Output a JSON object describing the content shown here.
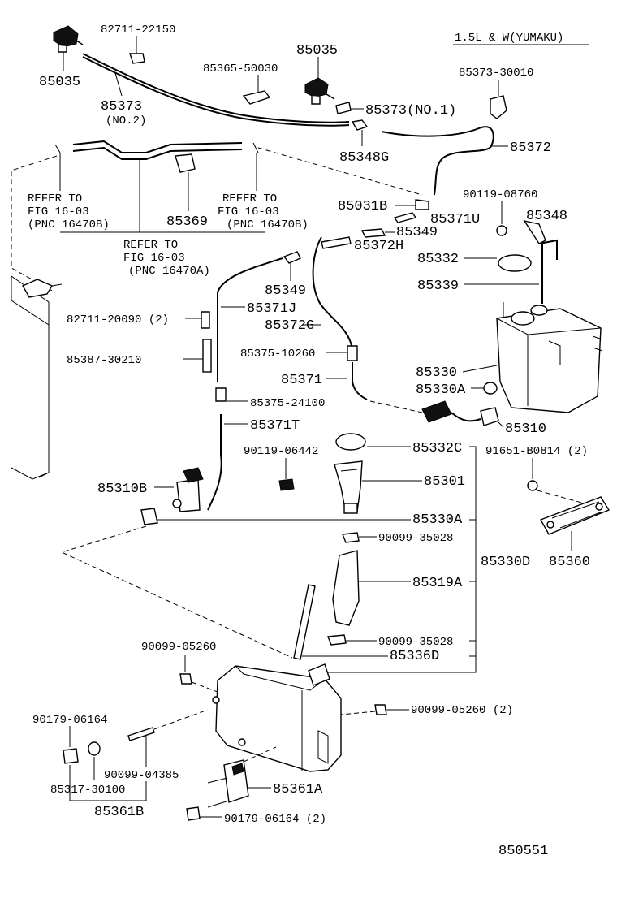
{
  "header": {
    "variant": "1.5L & W(YUMAKU)"
  },
  "footer": {
    "diagram_code": "850551"
  },
  "refs": {
    "left": {
      "l1": "REFER TO",
      "l2": "FIG 16-03",
      "l3": "(PNC 16470B)"
    },
    "right": {
      "l1": "REFER TO",
      "l2": "FIG 16-03",
      "l3": "(PNC 16470B)"
    },
    "bottom": {
      "l1": "REFER TO",
      "l2": "FIG 16-03",
      "l3": "(PNC 16470A)"
    }
  },
  "labels": {
    "p82711_22150": "82711-22150",
    "p85035_a": "85035",
    "p85373_no2": "85373",
    "p85373_no2_sub": "(NO.2)",
    "p85365_50030": "85365-50030",
    "p85035_b": "85035",
    "p85373_no1": "85373(NO.1)",
    "p85373_30010": "85373-30010",
    "p85348g": "85348G",
    "p85372": "85372",
    "p85369": "85369",
    "p85031b": "85031B",
    "p85371u": "85371U",
    "p90119_08760": "90119-08760",
    "p85348": "85348",
    "p85349_a": "85349",
    "p85372h": "85372H",
    "p85332": "85332",
    "p85349_b": "85349",
    "p85339": "85339",
    "p85371j": "85371J",
    "p82711_20090": "82711-20090 (2)",
    "p85372g": "85372G",
    "p85375_10260": "85375-10260",
    "p85387_30210": "85387-30210",
    "p85330": "85330",
    "p85371": "85371",
    "p85330a_r": "85330A",
    "p85375_24100": "85375-24100",
    "p85310": "85310",
    "p85371t": "85371T",
    "p90119_06442": "90119-06442",
    "p85332c": "85332C",
    "p91651_b0814": "91651-B0814 (2)",
    "p85301": "85301",
    "p85310b": "85310B",
    "p85330a_l": "85330A",
    "p90099_35028_a": "90099-35028",
    "p85330d": "85330D",
    "p85360": "85360",
    "p85319a": "85319A",
    "p90099_35028_b": "90099-35028",
    "p90099_05260_a": "90099-05260",
    "p85336d": "85336D",
    "p90179_06164_a": "90179-06164",
    "p90099_05260_b": "90099-05260 (2)",
    "p90099_04385": "90099-04385",
    "p85317_30100": "85317-30100",
    "p85361a": "85361A",
    "p85361b": "85361B",
    "p90179_06164_b": "90179-06164 (2)"
  }
}
